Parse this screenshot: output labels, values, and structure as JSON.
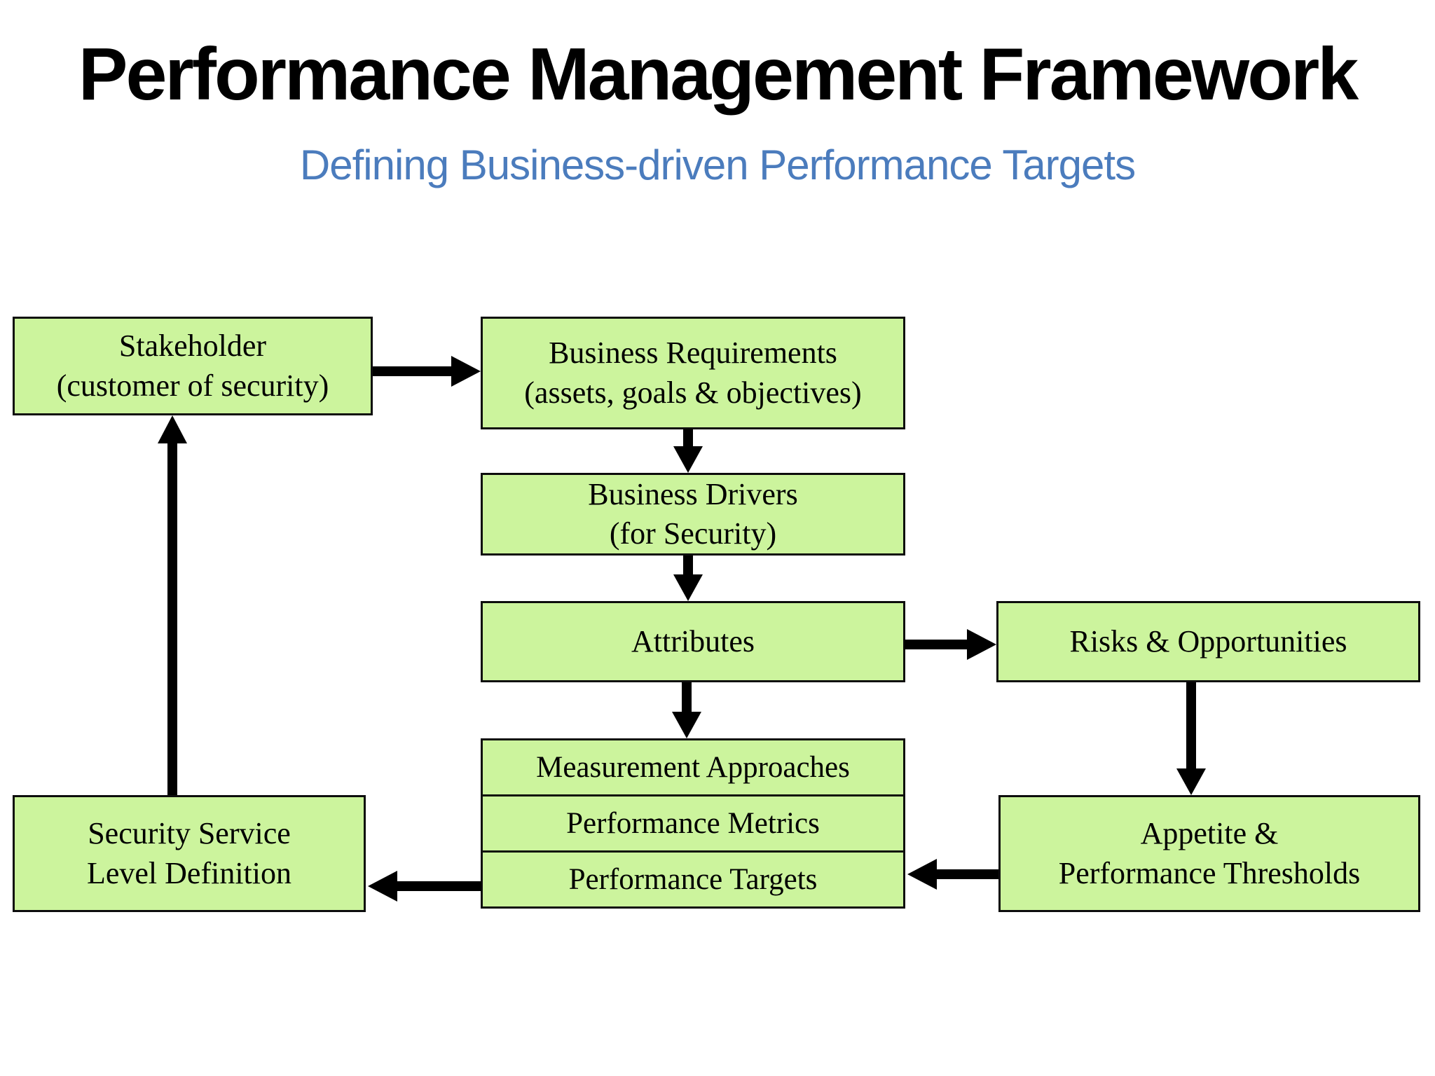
{
  "slide": {
    "title": "Performance Management Framework",
    "subtitle": "Defining Business-driven Performance Targets"
  },
  "colors": {
    "background": "#ffffff",
    "box_fill": "#ccf49d",
    "box_border": "#0d0d0d",
    "arrow": "#000000",
    "title_text": "#000000",
    "subtitle_text": "#4b7cbd"
  },
  "boxes": {
    "stakeholder": {
      "line1": "Stakeholder",
      "line2": "(customer of security)"
    },
    "business_requirements": {
      "line1": "Business Requirements",
      "line2": "(assets, goals & objectives)"
    },
    "business_drivers": {
      "line1": "Business Drivers",
      "line2": "(for Security)"
    },
    "attributes": {
      "label": "Attributes"
    },
    "risks_opportunities": {
      "label": "Risks & Opportunities"
    },
    "measurement_stack": {
      "rows": [
        "Measurement Approaches",
        "Performance Metrics",
        "Performance Targets"
      ]
    },
    "appetite_thresholds": {
      "line1": "Appetite &",
      "line2": "Performance Thresholds"
    },
    "security_service_level": {
      "line1": "Security Service",
      "line2": "Level Definition"
    }
  },
  "arrows": [
    {
      "from": "stakeholder",
      "to": "business_requirements",
      "direction": "right"
    },
    {
      "from": "business_requirements",
      "to": "business_drivers",
      "direction": "down"
    },
    {
      "from": "business_drivers",
      "to": "attributes",
      "direction": "down"
    },
    {
      "from": "attributes",
      "to": "risks_opportunities",
      "direction": "right"
    },
    {
      "from": "attributes",
      "to": "measurement_stack",
      "direction": "down"
    },
    {
      "from": "risks_opportunities",
      "to": "appetite_thresholds",
      "direction": "down"
    },
    {
      "from": "appetite_thresholds",
      "to": "measurement_stack",
      "direction": "left"
    },
    {
      "from": "measurement_stack",
      "to": "security_service_level",
      "direction": "left"
    },
    {
      "from": "security_service_level",
      "to": "stakeholder",
      "direction": "up"
    }
  ]
}
